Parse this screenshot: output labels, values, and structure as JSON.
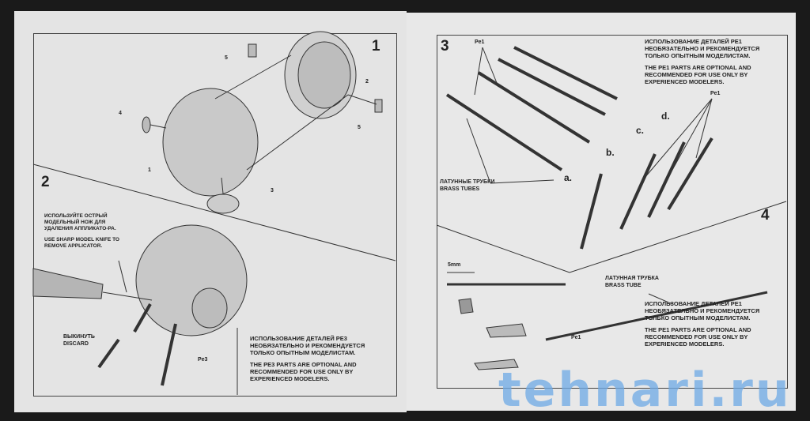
{
  "left_page": {
    "step1": {
      "number": "1",
      "parts": [
        "5",
        "2",
        "4",
        "5",
        "1",
        "3"
      ]
    },
    "step2": {
      "number": "2",
      "knife_note_ru": "ИСПОЛЬЗУЙТЕ ОСТРЫЙ МОДЕЛЬНЫЙ НОЖ ДЛЯ УДАЛЕНИЯ АППЛИКАТО-РА.",
      "knife_note_en": "USE SHARP MODEL KNIFE TO REMOVE APPLICATOR.",
      "discard_ru": "ВЫКИНУТЬ",
      "discard_en": "DISCARD",
      "part_label": "Pe3"
    },
    "optional_note_ru": "ИСПОЛЬЗОВАНИЕ ДЕТАЛЕЙ Pe3 НЕОБЯЗАТЕЛЬНО И РЕКОМЕНДУЕТСЯ ТОЛЬКО ОПЫТНЫМ МОДЕЛИСТАМ.",
    "optional_note_en": "THE Pe3 PARTS ARE OPTIONAL AND RECOMMENDED FOR USE ONLY BY EXPERIENCED MODELERS."
  },
  "right_page": {
    "step3": {
      "number": "3",
      "part_label_top": "Pe1",
      "part_label_right": "Pe1",
      "tubes_ru": "ЛАТУННЫЕ ТРУБКИ",
      "tubes_en": "BRASS TUBES",
      "variants": [
        "a.",
        "b.",
        "c.",
        "d."
      ]
    },
    "optional_note_ru": "ИСПОЛЬЗОВАНИЕ ДЕТАЛЕЙ Pe1 НЕОБЯЗАТЕЛЬНО И РЕКОМЕНДУЕТСЯ ТОЛЬКО ОПЫТНЫМ МОДЕЛИСТАМ.",
    "optional_note_en": "THE Pe1 PARTS ARE OPTIONAL AND RECOMMENDED FOR USE ONLY BY EXPERIENCED MODELERS.",
    "step4": {
      "number": "4",
      "dimension": "5mm",
      "tube_ru": "ЛАТУННАЯ ТРУБКА",
      "tube_en": "BRASS TUBE",
      "part_label": "Pe1"
    },
    "optional_note2_ru": "ИСПОЛЬЗОВАНИЕ ДЕТАЛЕЙ Pe1 НЕОБЯЗАТЕЛЬНО И РЕКОМЕНДУЕТСЯ ТОЛЬКО ОПЫТНЫМ МОДЕЛИСТАМ.",
    "optional_note2_en": "THE Pe1 PARTS ARE OPTIONAL AND RECOMMENDED FOR USE ONLY BY EXPERIENCED MODELERS."
  },
  "watermark": "tehnari.ru"
}
